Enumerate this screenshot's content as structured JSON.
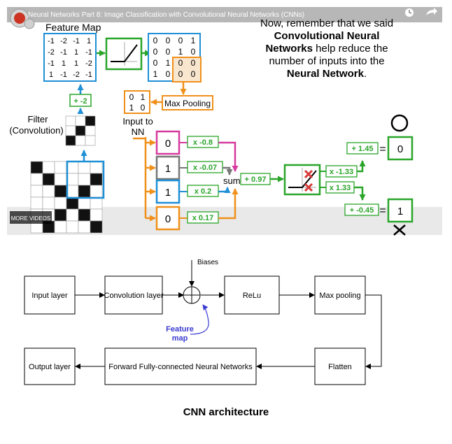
{
  "video": {
    "title": "Neural Networks Part 8: Image Classification with Convolutional Neural Networks (CNNs)",
    "more_videos": "MORE VIDEOS",
    "feature_map_label": "Feature Map",
    "feature_map": [
      [
        "-1",
        "-2",
        "-1",
        "1"
      ],
      [
        "-2",
        "-1",
        "1",
        "-1"
      ],
      [
        "-1",
        "1",
        "1",
        "-2"
      ],
      [
        "1",
        "-1",
        "-2",
        "-1"
      ]
    ],
    "bias_label": "+ -2",
    "filter_label_line1": "Filter",
    "filter_label_line2": "(Convolution)",
    "relu_output": [
      [
        "0",
        "0",
        "0",
        "1"
      ],
      [
        "0",
        "0",
        "1",
        "0"
      ],
      [
        "0",
        "1",
        "0",
        "0"
      ],
      [
        "1",
        "0",
        "0",
        "0"
      ]
    ],
    "max_pooling_label": "Max Pooling",
    "pooled": [
      [
        "0",
        "1"
      ],
      [
        "1",
        "0"
      ]
    ],
    "input_to_nn_line1": "Input to",
    "input_to_nn_line2": "NN",
    "inputs": [
      "0",
      "1",
      "1",
      "0"
    ],
    "weights": [
      "x -0.8",
      "x -0.07",
      "x 0.2",
      "x 0.17"
    ],
    "sum_label": "sum",
    "sum_bias": "+ 0.97",
    "out_weights": [
      "x -1.33",
      "x 1.33"
    ],
    "out_biases": [
      "+ 1.45",
      "+ -0.45"
    ],
    "outputs": [
      "0",
      "1"
    ],
    "equals": "=",
    "narration": {
      "p1": "Now, remember that we said",
      "b1": "Convolutional Neural",
      "b2": "Networks",
      "p2": "help reduce the",
      "p3": "number of inputs into the",
      "b3": "Neural Network",
      "p4": "."
    },
    "colors": {
      "blue": "#1f8fd6",
      "green": "#2aa52a",
      "orange": "#f0901a",
      "magenta": "#d63a9e"
    }
  },
  "flowchart": {
    "input_layer": "Input layer",
    "convolution_layer": "Convolution layer",
    "biases": "Biases",
    "relu": "ReLu",
    "max_pooling": "Max pooling",
    "feature_map_line1": "Feature",
    "feature_map_line2": "map",
    "flatten": "Flatten",
    "fully_connected": "Forward Fully-connected Neural Networks",
    "output_layer": "Output layer",
    "caption": "CNN architecture"
  }
}
